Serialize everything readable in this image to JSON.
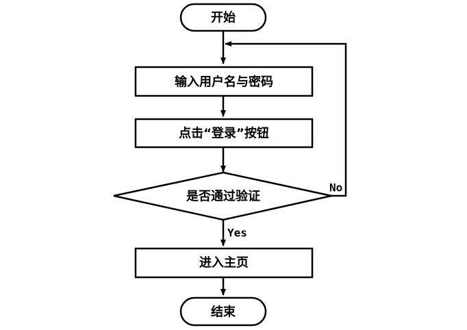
{
  "diagram": {
    "type": "flowchart",
    "nodes": {
      "start": {
        "shape": "terminator",
        "label": "开始"
      },
      "input": {
        "shape": "process",
        "label": "输入用户名与密码"
      },
      "click": {
        "shape": "process",
        "label": "点击“登录”按钮"
      },
      "decision": {
        "shape": "decision",
        "label": "是否通过验证"
      },
      "home": {
        "shape": "process",
        "label": "进入主页"
      },
      "end": {
        "shape": "terminator",
        "label": "结束"
      }
    },
    "edges": [
      {
        "from": "start",
        "to": "input",
        "label": ""
      },
      {
        "from": "input",
        "to": "click",
        "label": ""
      },
      {
        "from": "click",
        "to": "decision",
        "label": ""
      },
      {
        "from": "decision",
        "to": "home",
        "label": "Yes"
      },
      {
        "from": "decision",
        "to": "input",
        "label": "No"
      },
      {
        "from": "home",
        "to": "end",
        "label": ""
      }
    ],
    "colors": {
      "stroke": "#000000",
      "fill": "#ffffff",
      "text": "#000000"
    }
  }
}
